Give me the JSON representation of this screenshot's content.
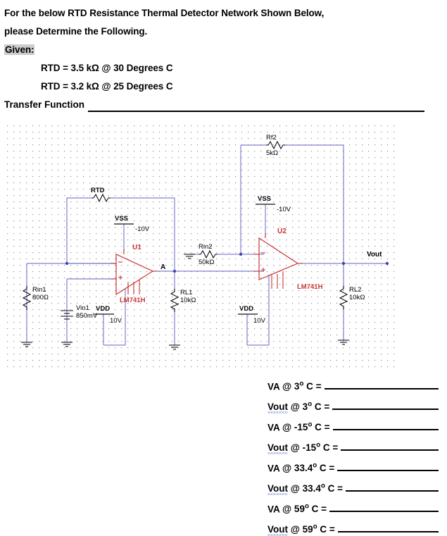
{
  "header": {
    "line1": "For the below RTD Resistance Thermal Detector Network Shown Below,",
    "line2": "please Determine the Following.",
    "given_label": "Given:",
    "given_items": [
      "RTD = 3.5 kΩ @ 30 Degrees C",
      "RTD = 3.2 kΩ @ 25 Degrees C"
    ],
    "transfer_function_label": "Transfer Function"
  },
  "schematic": {
    "grid_color": "#9a9aa8",
    "wire_color": "#8080d0",
    "device_color": "#cc3333",
    "component_color": "#000000",
    "node_label_a": "A",
    "node_label_vout": "Vout",
    "components": [
      {
        "ref": "Rin1",
        "value": "800Ω"
      },
      {
        "ref": "Vin1",
        "value": "850mV"
      },
      {
        "ref": "RTD",
        "value": ""
      },
      {
        "ref": "VSS",
        "value": "-10V"
      },
      {
        "ref": "VDD",
        "value": "10V"
      },
      {
        "ref": "RL1",
        "value": "10kΩ"
      },
      {
        "ref": "Rin2",
        "value": "50kΩ"
      },
      {
        "ref": "Rf2",
        "value": "5kΩ"
      },
      {
        "ref": "VSS2",
        "value": "-10V"
      },
      {
        "ref": "VDD2",
        "value": "10V"
      },
      {
        "ref": "RL2",
        "value": "10kΩ"
      }
    ],
    "labels": {
      "rin1": "Rin1",
      "rin1_val": "800Ω",
      "vin1": "Vin1",
      "vin1_val": "850mV",
      "rtd": "RTD",
      "vss1": "VSS",
      "vss1_val": "-10V",
      "vdd1": "VDD",
      "vdd1_val": "10V",
      "u1": "U1",
      "u1_part": "LM741H",
      "rl1": "RL1",
      "rl1_val": "10kΩ",
      "rin2": "Rin2",
      "rin2_val": "50kΩ",
      "rf2": "Rf2",
      "rf2_val": "5kΩ",
      "vss2": "VSS",
      "vss2_val": "-10V",
      "vdd2": "VDD",
      "vdd2_val": "10V",
      "u2": "U2",
      "u2_part": "LM741H",
      "rl2": "RL2",
      "rl2_val": "10kΩ"
    }
  },
  "answers": [
    {
      "quantity": "VA",
      "spell_flag": false,
      "at": "@",
      "temp": "3",
      "deg": "o",
      "unit": "C =",
      "rule_width": 118
    },
    {
      "quantity": "Vout",
      "spell_flag": true,
      "at": "@",
      "temp": "3",
      "deg": "o",
      "unit": "C =",
      "rule_width": 102
    },
    {
      "quantity": "VA",
      "spell_flag": false,
      "at": "@",
      "temp": "-15",
      "deg": "o",
      "unit": "C =",
      "rule_width": 118
    },
    {
      "quantity": "Vout",
      "spell_flag": true,
      "at": "@",
      "temp": "-15",
      "deg": "o",
      "unit": "C =",
      "rule_width": 102
    },
    {
      "quantity": "VA",
      "spell_flag": false,
      "at": "@",
      "temp": "33.4",
      "deg": "o",
      "unit": "C =",
      "rule_width": 118
    },
    {
      "quantity": "Vout",
      "spell_flag": true,
      "at": "@",
      "temp": "33.4",
      "deg": "o",
      "unit": "C =",
      "rule_width": 102
    },
    {
      "quantity": "VA",
      "spell_flag": false,
      "at": "@",
      "temp": "59",
      "deg": "o",
      "unit": "C =",
      "rule_width": 118
    },
    {
      "quantity": "Vout",
      "spell_flag": true,
      "at": "@",
      "temp": "59",
      "deg": "o",
      "unit": "C =",
      "rule_width": 102
    }
  ]
}
